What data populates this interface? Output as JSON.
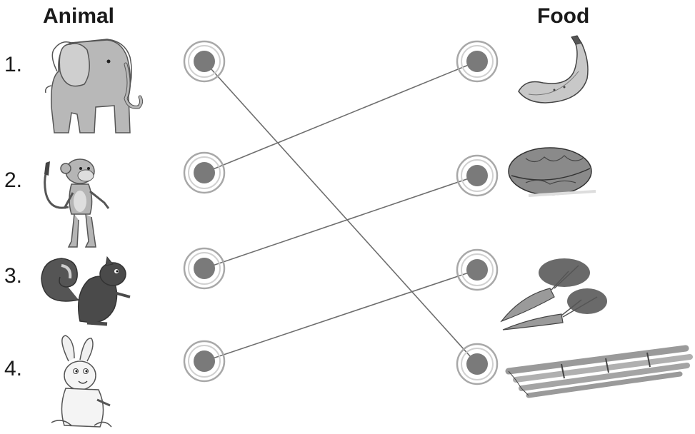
{
  "headers": {
    "animal": "Animal",
    "food": "Food"
  },
  "animals": [
    {
      "number": "1.",
      "name": "elephant"
    },
    {
      "number": "2.",
      "name": "monkey"
    },
    {
      "number": "3.",
      "name": "squirrel"
    },
    {
      "number": "4.",
      "name": "rabbit"
    }
  ],
  "foods": [
    {
      "name": "banana"
    },
    {
      "name": "walnut"
    },
    {
      "name": "carrot"
    },
    {
      "name": "sugarcane"
    }
  ],
  "matches": [
    {
      "animal": 1,
      "food": 4
    },
    {
      "animal": 2,
      "food": 1
    },
    {
      "animal": 3,
      "food": 2
    },
    {
      "animal": 4,
      "food": 3
    }
  ],
  "colors": {
    "dot_fill": "#7a7a7a",
    "ring_stroke": "#a8a8a8",
    "line": "#6e6e6e",
    "text": "#1a1a1a"
  }
}
